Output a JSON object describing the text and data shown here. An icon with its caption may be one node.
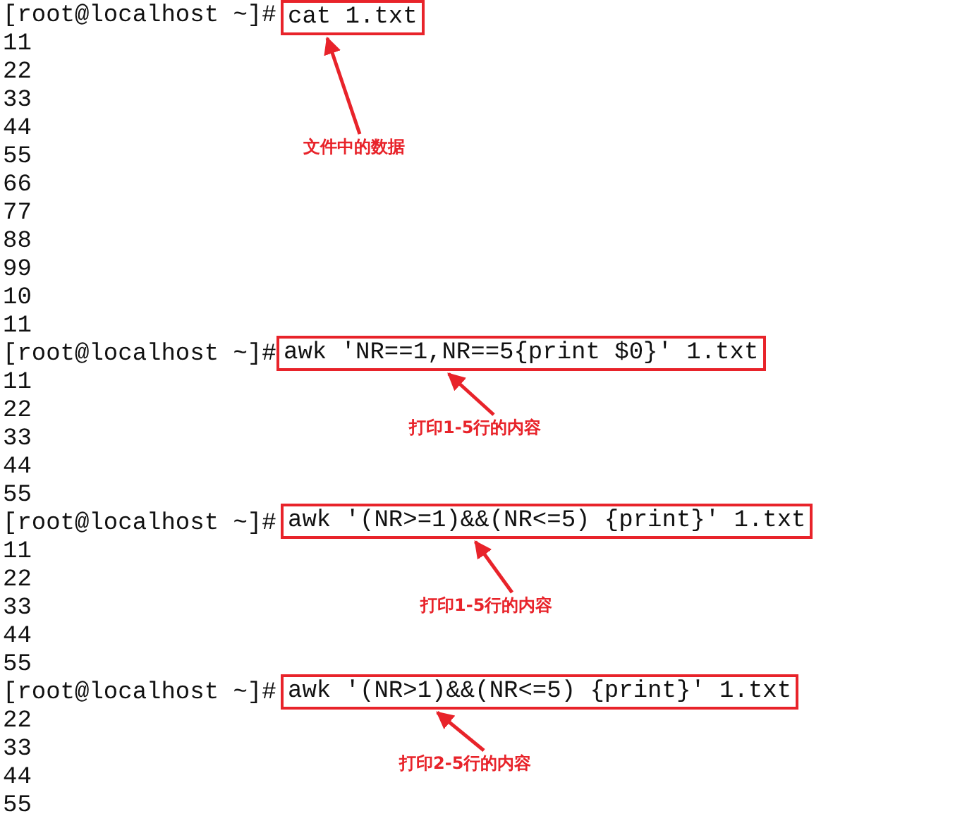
{
  "diagram": {
    "nodes": [
      {
        "text": [
          "cat 1.txt"
        ]
      },
      {
        "text": [
          "文件中的数据"
        ]
      },
      {
        "text": [
          "awk 'NR==1,NR==5{print $0}' 1.txt"
        ]
      },
      {
        "text": [
          "打印1-5行的内容"
        ]
      },
      {
        "text": [
          "awk '(NR>=1)&&(NR<=5) {print}' 1.txt"
        ]
      },
      {
        "text": [
          "打印1-5行的内容"
        ]
      },
      {
        "text": [
          "awk '(NR>1)&&(NR<=5) {print}' 1.txt"
        ]
      },
      {
        "text": [
          "打印2-5行的内容"
        ]
      }
    ],
    "edges": [
      {
        "from": 1,
        "to": 0,
        "arrow": "to"
      },
      {
        "from": 3,
        "to": 2,
        "arrow": "to"
      },
      {
        "from": 5,
        "to": 4,
        "arrow": "to"
      },
      {
        "from": 7,
        "to": 6,
        "arrow": "to"
      }
    ],
    "labels": [
      "[root@localhost ~]#",
      "11",
      "22",
      "33",
      "44",
      "55",
      "66",
      "77",
      "88",
      "99",
      "10",
      "11",
      "[root@localhost ~]#",
      "11",
      "22",
      "33",
      "44",
      "55",
      "[root@localhost ~]#",
      "11",
      "22",
      "33",
      "44",
      "55",
      "[root@localhost ~]#",
      "22",
      "33",
      "44",
      "55"
    ]
  }
}
